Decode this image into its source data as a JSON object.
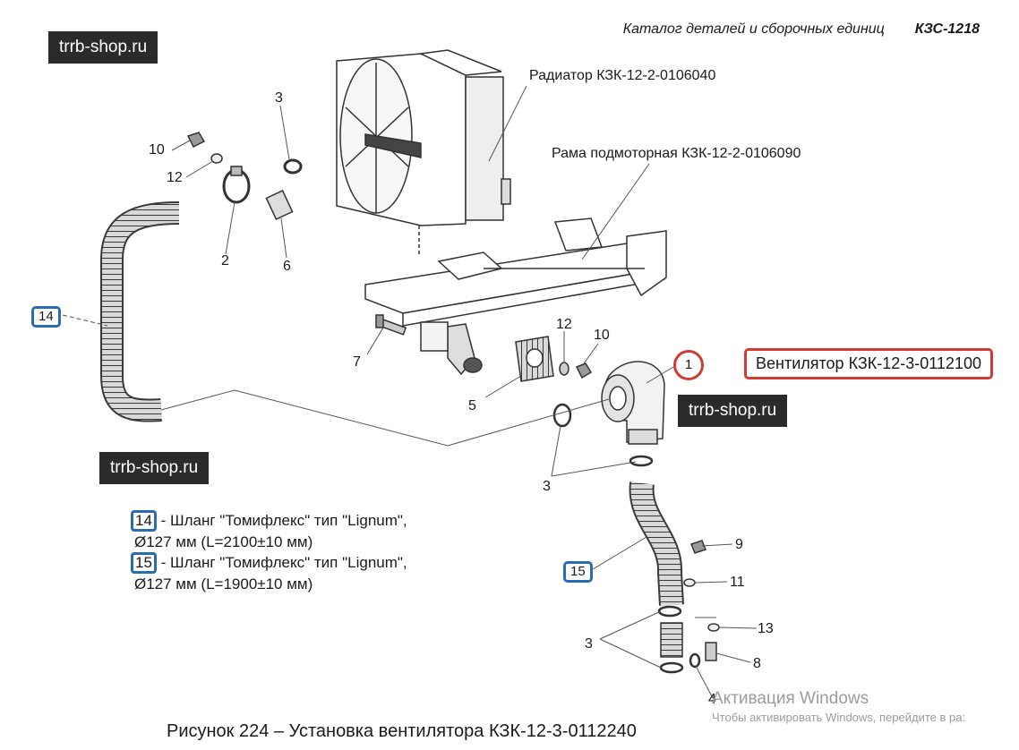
{
  "header": {
    "catalog": "Каталог деталей и сборочных единиц",
    "code": "КЗС-1218"
  },
  "watermarks": [
    "trrb-shop.ru",
    "trrb-shop.ru",
    "trrb-shop.ru"
  ],
  "callouts": {
    "radiator": "Радиатор КЗК-12-2-0106040",
    "frame": "Рама подмоторная КЗК-12-2-0106090",
    "fan": "Вентилятор КЗК-12-3-0112100"
  },
  "part_numbers": {
    "n3_top": "3",
    "n10_top": "10",
    "n12_top": "12",
    "n2": "2",
    "n6": "6",
    "n14": "14",
    "n7": "7",
    "n12_mid": "12",
    "n10_mid": "10",
    "n1": "1",
    "n5": "5",
    "n3_mid": "3",
    "n15": "15",
    "n9": "9",
    "n11": "11",
    "n13": "13",
    "n3_bot": "3",
    "n8": "8",
    "n4": "4"
  },
  "legend": {
    "item14_num": "14",
    "item14_line1": " - Шланг \"Томифлекс\" тип \"Lignum\",",
    "item14_line2": "Ø127 мм (L=2100±10 мм)",
    "item15_num": "15",
    "item15_line1": " - Шланг \"Томифлекс\" тип \"Lignum\",",
    "item15_line2": "Ø127 мм (L=1900±10 мм)"
  },
  "caption": "Рисунок 224 – Установка вентилятора КЗК-12-3-0112240",
  "activation": {
    "title": "Активация Windows",
    "subtitle": "Чтобы активировать Windows, перейдите в ра:"
  },
  "colors": {
    "blue_box": "#2a6cb3",
    "red_highlight": "#d23a35",
    "watermark_bg": "#2b2b2b"
  }
}
